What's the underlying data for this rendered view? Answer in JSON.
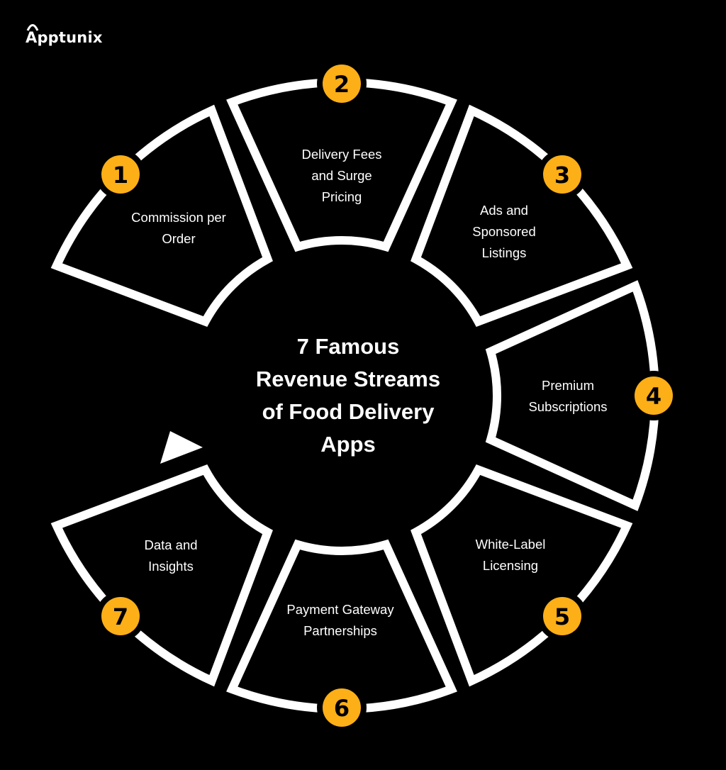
{
  "brand": {
    "logo_text": "Apptunix"
  },
  "center_title": {
    "lines": [
      "7 Famous",
      "Revenue Streams",
      "of Food Delivery",
      "Apps"
    ]
  },
  "colors": {
    "background": "#000000",
    "stroke": "#ffffff",
    "badge": "#FCAF17",
    "badge_text": "#000000",
    "text": "#ffffff"
  },
  "segments": [
    {
      "number": "1",
      "lines": [
        "Commission per",
        "Order"
      ]
    },
    {
      "number": "2",
      "lines": [
        "Delivery Fees",
        "and Surge",
        "Pricing"
      ]
    },
    {
      "number": "3",
      "lines": [
        "Ads and",
        "Sponsored",
        "Listings"
      ]
    },
    {
      "number": "4",
      "lines": [
        "Premium",
        "Subscriptions"
      ]
    },
    {
      "number": "5",
      "lines": [
        "White-Label",
        "Licensing"
      ]
    },
    {
      "number": "6",
      "lines": [
        "Payment Gateway",
        "Partnerships"
      ]
    },
    {
      "number": "7",
      "lines": [
        "Data and",
        "Insights"
      ]
    }
  ]
}
